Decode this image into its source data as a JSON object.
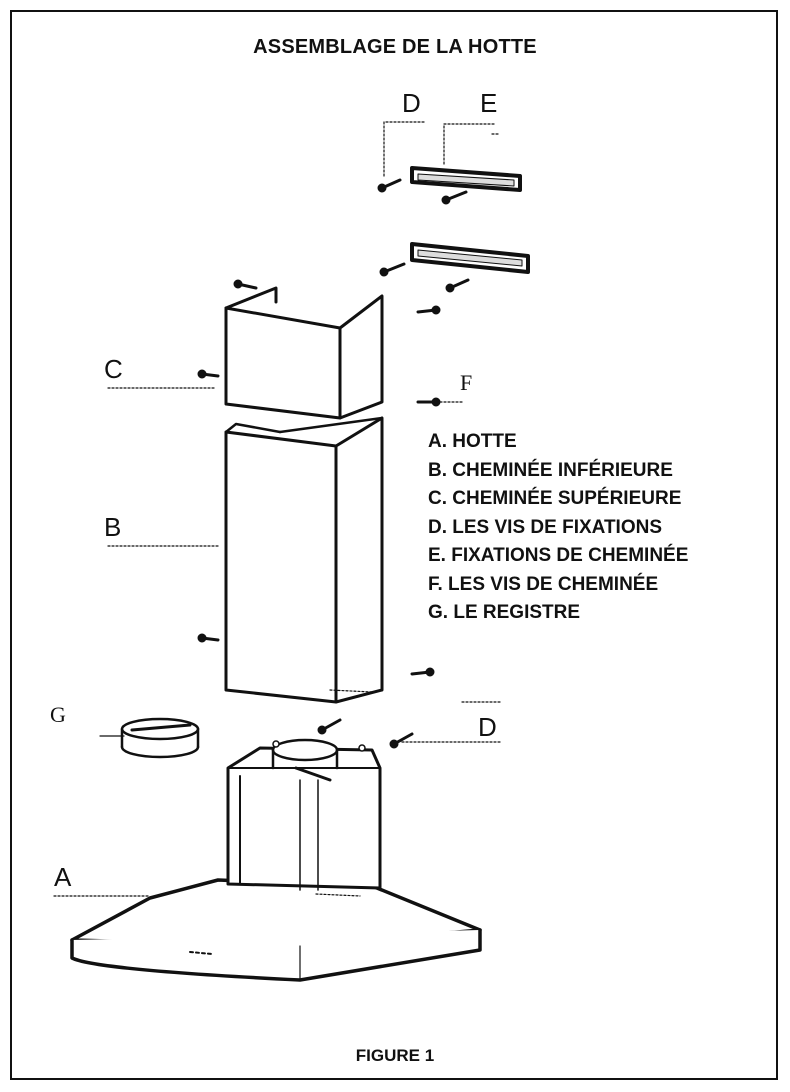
{
  "title": "ASSEMBLAGE DE LA HOTTE",
  "figure_label": "FIGURE 1",
  "legend": [
    "A. HOTTE",
    "B. CHEMINÉE INFÉRIEURE",
    "C. CHEMINÉE SUPÉRIEURE",
    "D. LES VIS DE FIXATIONS",
    "E. FIXATIONS DE CHEMINÉE",
    "F. LES VIS DE CHEMINÉE",
    "G. LE REGISTRE"
  ],
  "callouts": {
    "a": "A",
    "b": "B",
    "c": "C",
    "d_top": "D",
    "e": "E",
    "f": "F",
    "g": "G",
    "d_bottom": "D"
  }
}
